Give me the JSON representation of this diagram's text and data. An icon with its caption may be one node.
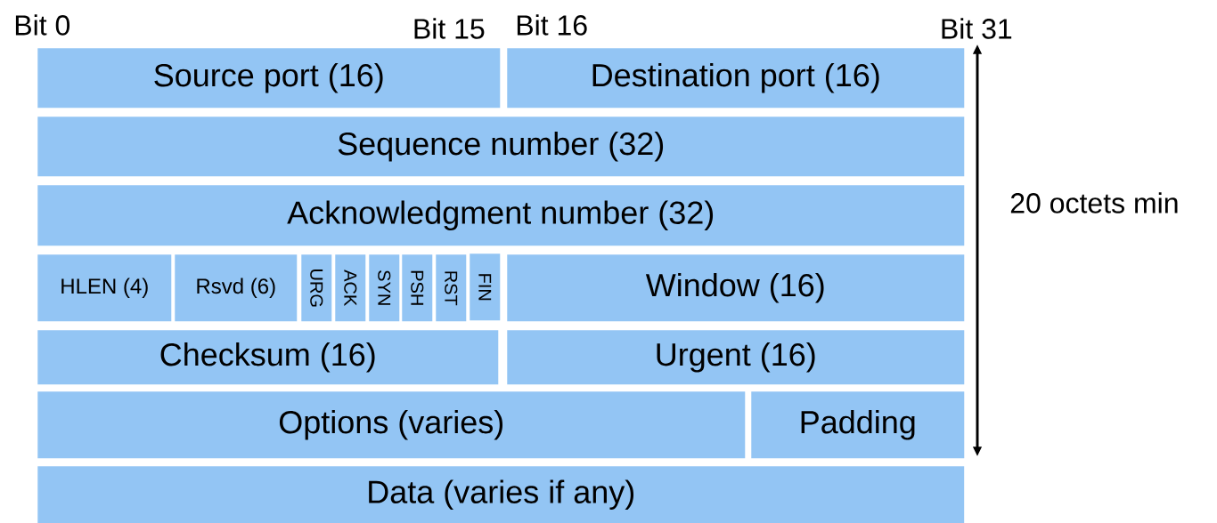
{
  "diagram": {
    "nodes": [
      {
        "text": [
          "Source port (16)"
        ]
      },
      {
        "text": [
          "Destination port (16)"
        ]
      },
      {
        "text": [
          "Sequence number (32)"
        ]
      },
      {
        "text": [
          "Acknowledgment number (32)"
        ]
      },
      {
        "text": [
          "HLEN (4)"
        ]
      },
      {
        "text": [
          "Rsvd (6)"
        ]
      },
      {
        "text": [
          "URG"
        ]
      },
      {
        "text": [
          "ACK"
        ]
      },
      {
        "text": [
          "SYN"
        ]
      },
      {
        "text": [
          "PSH"
        ]
      },
      {
        "text": [
          "RST"
        ]
      },
      {
        "text": [
          "FIN"
        ]
      },
      {
        "text": [
          "Window (16)"
        ]
      },
      {
        "text": [
          "Checksum (16)"
        ]
      },
      {
        "text": [
          "Urgent (16)"
        ]
      },
      {
        "text": [
          "Options (varies)"
        ]
      },
      {
        "text": [
          "Padding"
        ]
      },
      {
        "text": [
          "Data (varies if any)"
        ]
      }
    ],
    "labels": [
      "Bit 0",
      "Bit 15",
      "Bit 16",
      "Bit 31",
      "20 octets min"
    ]
  }
}
